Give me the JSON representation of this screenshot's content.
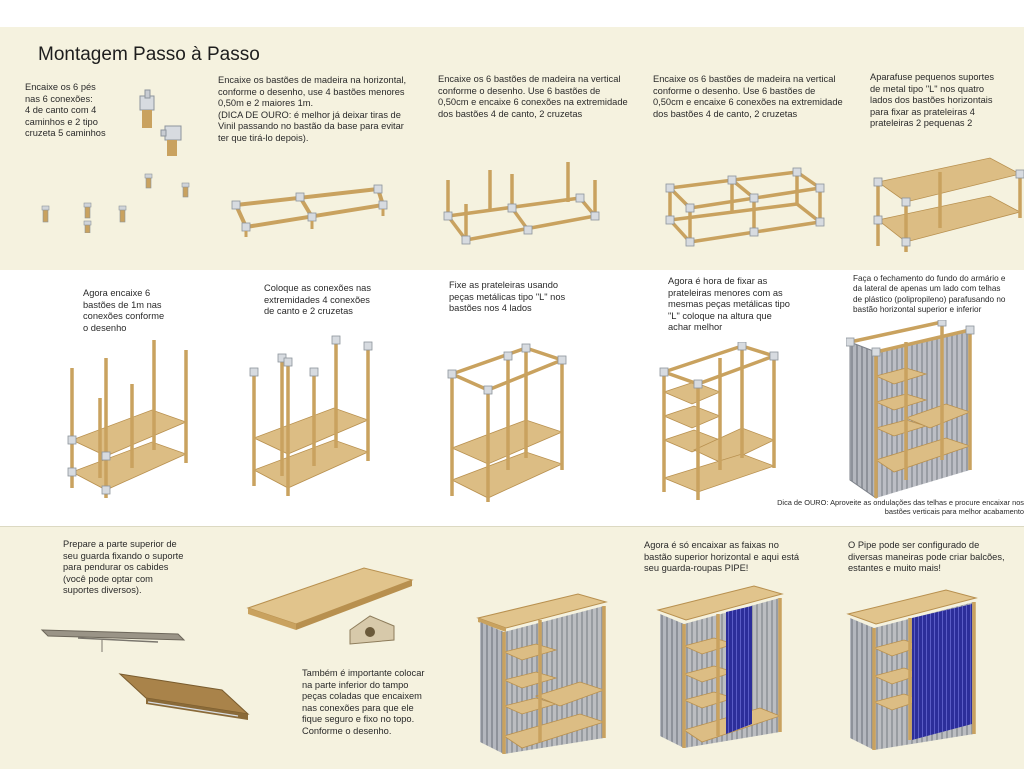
{
  "title": "Montagem Passo à Passo",
  "steps": {
    "s1": [
      "Encaixe os 6 pés",
      "nas 6 conexões:",
      "4 de canto com 4",
      "caminhos e 2 tipo",
      "cruzeta 5 caminhos"
    ],
    "s2": [
      "Encaixe os bastões de madeira na horizontal,",
      "conforme o desenho, use 4 bastões menores",
      "0,50m e 2 maiores 1m.",
      "(DICA DE OURO:  é melhor já deixar tiras de",
      "Vinil passando no bastão da base para evitar",
      "ter que tirá-lo depois)."
    ],
    "s3": [
      "Encaixe os 6 bastões de madeira na vertical",
      "conforme o desenho. Use 6 bastões de",
      "0,50cm e encaixe 6 conexões na extremidade",
      "dos bastões 4 de canto, 2 cruzetas"
    ],
    "s4": [
      "Encaixe os 6 bastões de madeira na vertical",
      "conforme o desenho. Use 6 bastões de",
      "0,50cm e encaixe 6 conexões na extremidade",
      "dos bastões 4 de canto, 2 cruzetas"
    ],
    "s5": [
      "Aparafuse pequenos suportes",
      "de metal tipo \"L\" nos quatro",
      "lados dos bastões horizontais",
      "para fixar as prateleiras 4",
      "prateleiras 2 pequenas 2"
    ],
    "s6": [
      "Agora encaixe 6",
      "bastões de 1m nas",
      "conexões conforme",
      "o desenho"
    ],
    "s7": [
      "Coloque as conexões nas",
      "extremidades 4 conexões",
      "de canto e 2 cruzetas"
    ],
    "s8": [
      "Fixe as prateleiras usando",
      "peças metálicas tipo \"L\" nos",
      "bastões nos  4 lados"
    ],
    "s9": [
      "Agora é hora de fixar as",
      "prateleiras menores com as",
      "mesmas peças metálicas tipo",
      "\"L\" coloque na altura que",
      "achar melhor"
    ],
    "s10": [
      "Faça o fechamento do fundo do armário e",
      "da lateral de apenas um lado com telhas",
      "de plástico (polipropileno) parafusando no",
      "bastão horizontal superior e inferior"
    ],
    "s10_tip": [
      "Dica de OURO: Aproveite as ondulações das telhas e procure encaixar nos",
      "bastões verticais para melhor acabamento"
    ],
    "s11": [
      "Prepare a parte superior de",
      "seu guarda fixando o suporte",
      "para pendurar os cabides",
      "(você pode optar com",
      "suportes diversos)."
    ],
    "s12": [
      "Também é importante colocar",
      "na parte inferior do tampo",
      "peças coladas que encaixem",
      "nas conexões para que ele",
      "fique seguro e fixo no topo.",
      "Conforme o desenho."
    ],
    "s13": [
      "Agora é só encaixar as faixas no",
      "bastão superior horizontal e aqui está",
      "seu guarda-roupas PIPE!"
    ],
    "s14": [
      "O Pipe pode ser configurado de",
      "diversas maneiras pode criar balcões,",
      "estantes e muito mais!"
    ]
  },
  "colors": {
    "wood": "#d9b77a",
    "wood_dark": "#b8904f",
    "connector": "#cfd3d8",
    "panel": "#a9acb3",
    "blue": "#2c2e9a",
    "band": "#f5f2df"
  }
}
